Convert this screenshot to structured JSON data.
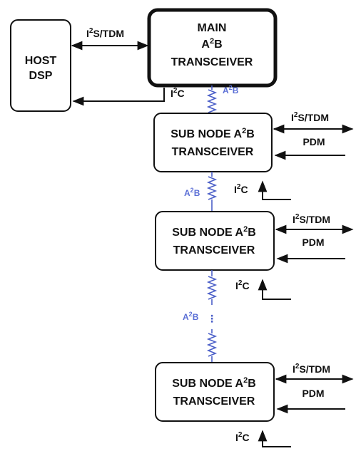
{
  "host": {
    "line1": "HOST",
    "line2": "DSP"
  },
  "main": {
    "line1": "MAIN",
    "line2_a": "A",
    "line2_sup": "2",
    "line2_b": "B",
    "line3": "TRANSCEIVER"
  },
  "host_link": {
    "i2s_a": "I",
    "i2s_sup": "2",
    "i2s_b": "S/TDM",
    "i2c_a": "I",
    "i2c_sup": "2",
    "i2c_b": "C"
  },
  "subnodes": [
    {
      "line1_a": "SUB NODE A",
      "line1_sup": "2",
      "line1_b": "B",
      "line2": "TRANSCEIVER",
      "i2s_a": "I",
      "i2s_sup": "2",
      "i2s_b": "S/TDM",
      "pdm": "PDM",
      "i2c_a": "I",
      "i2c_sup": "2",
      "i2c_b": "C"
    },
    {
      "line1_a": "SUB NODE A",
      "line1_sup": "2",
      "line1_b": "B",
      "line2": "TRANSCEIVER",
      "i2s_a": "I",
      "i2s_sup": "2",
      "i2s_b": "S/TDM",
      "pdm": "PDM",
      "i2c_a": "I",
      "i2c_sup": "2",
      "i2c_b": "C"
    },
    {
      "line1_a": "SUB NODE A",
      "line1_sup": "2",
      "line1_b": "B",
      "line2": "TRANSCEIVER",
      "i2s_a": "I",
      "i2s_sup": "2",
      "i2s_b": "S/TDM",
      "pdm": "PDM",
      "i2c_a": "I",
      "i2c_sup": "2",
      "i2c_b": "C"
    }
  ],
  "bus_labels": [
    {
      "a": "A",
      "sup": "2",
      "b": "B"
    },
    {
      "a": "A",
      "sup": "2",
      "b": "B"
    },
    {
      "a": "A",
      "sup": "2",
      "b": "B"
    }
  ],
  "ellipsis": "⋮",
  "colors": {
    "line": "#111111",
    "bus": "#4b5fc8",
    "bus_label": "#5b6fd6"
  }
}
